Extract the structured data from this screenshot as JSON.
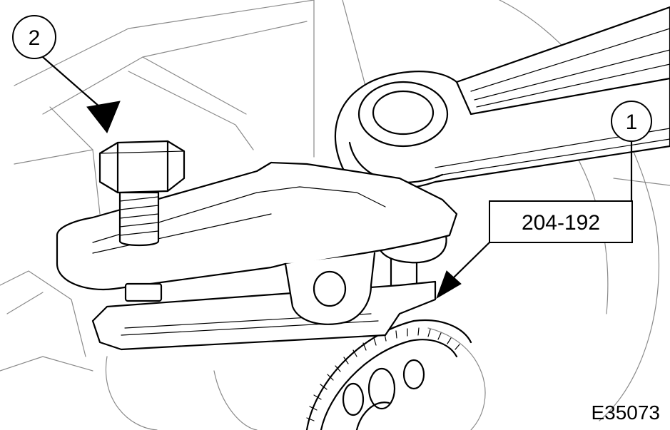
{
  "callouts": {
    "bolt_number": "2",
    "tool_number": "1",
    "tool_code": "204-192"
  },
  "figure": {
    "id": "E35073"
  }
}
